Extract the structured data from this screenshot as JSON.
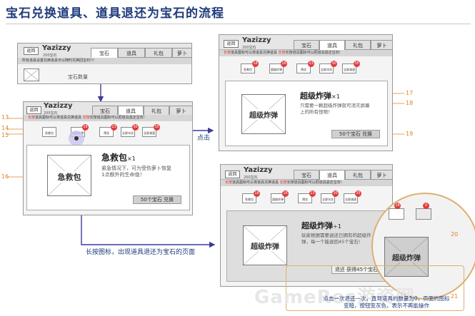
{
  "title": "宝石兑换道具、道具退还为宝石的流程",
  "watermark": "GameRes游资网",
  "common": {
    "back": "返回",
    "user": "Yazizzy",
    "gems": "200宝石",
    "tabs": [
      "宝石",
      "道具",
      "礼包",
      "萝卜"
    ],
    "notice_prefix": "长按",
    "notice_text": "道具图标可以将道具兑换道具",
    "notice_text2": "长按道具图标可以把道具退还宝石!"
  },
  "screen1": {
    "notice": "所有道具设置兑换道具可以随时兑换回宝石!!!",
    "item": "宝石数量"
  },
  "screen2": {
    "items": [
      {
        "name": "急救包",
        "badge": ""
      },
      {
        "name": "超级炸弹",
        "badge": "18"
      },
      {
        "name": "预览",
        "badge": "23"
      },
      {
        "name": "全屏冰冻",
        "badge": "30"
      },
      {
        "name": "全屏减速",
        "badge": "35"
      }
    ],
    "detail_title": "急救包",
    "detail_count": "×1",
    "detail_pic": "急救包",
    "detail_desc": "紧急情况下，可为受伤萝卜恢复1点额外的生命值！",
    "detail_btn": "50个宝石 兑换"
  },
  "screen3": {
    "items": [
      {
        "name": "急救包",
        "badge": "18"
      },
      {
        "name": "超级炸弹",
        "badge": "16"
      },
      {
        "name": "预览",
        "badge": "23"
      },
      {
        "name": "全屏冰冻",
        "badge": "30"
      },
      {
        "name": "全屏减速",
        "badge": "35"
      }
    ],
    "detail_title": "超级炸弹",
    "detail_count": "×1",
    "detail_pic": "超级炸弹",
    "detail_desc": "只需要一颗超级炸弹就可消灭屏幕上的所有怪物！",
    "detail_btn": "50个宝石 兑换"
  },
  "screen4": {
    "items": [
      {
        "name": "急救包",
        "badge": "18"
      },
      {
        "name": "超级炸弹",
        "badge": "16"
      },
      {
        "name": "预览",
        "badge": "23"
      },
      {
        "name": "全屏冰冻",
        "badge": "30"
      },
      {
        "name": "全屏减速",
        "badge": "35"
      }
    ],
    "detail_title": "超级炸弹",
    "detail_count": "÷1",
    "detail_pic": "超级炸弹",
    "detail_desc": "玩家根据需要退还已拥有的超级炸弹，每一个能退回45个宝石!",
    "detail_btn": "退还 获得45个宝石"
  },
  "zoom": {
    "badge1": "18",
    "badge2": "0",
    "pic": "超级炸弹"
  },
  "annotations": {
    "n13": "13",
    "n14": "14",
    "n15": "15",
    "n16": "16",
    "n17": "17",
    "n18": "18",
    "n19": "19",
    "n20": "20",
    "n21": "21",
    "click": "点击",
    "longpress": "长按图标，出现道具退还为宝石的页面",
    "tip": "点击一次退还一次，直到道具的数量为0，页面的图标变暗，按钮变灰色，表示不再能操作"
  },
  "colors": {
    "badge": "#e23b3b",
    "arrow": "#3b3b9a",
    "annotation": "#e0821f",
    "caption": "#1f3b7a"
  }
}
